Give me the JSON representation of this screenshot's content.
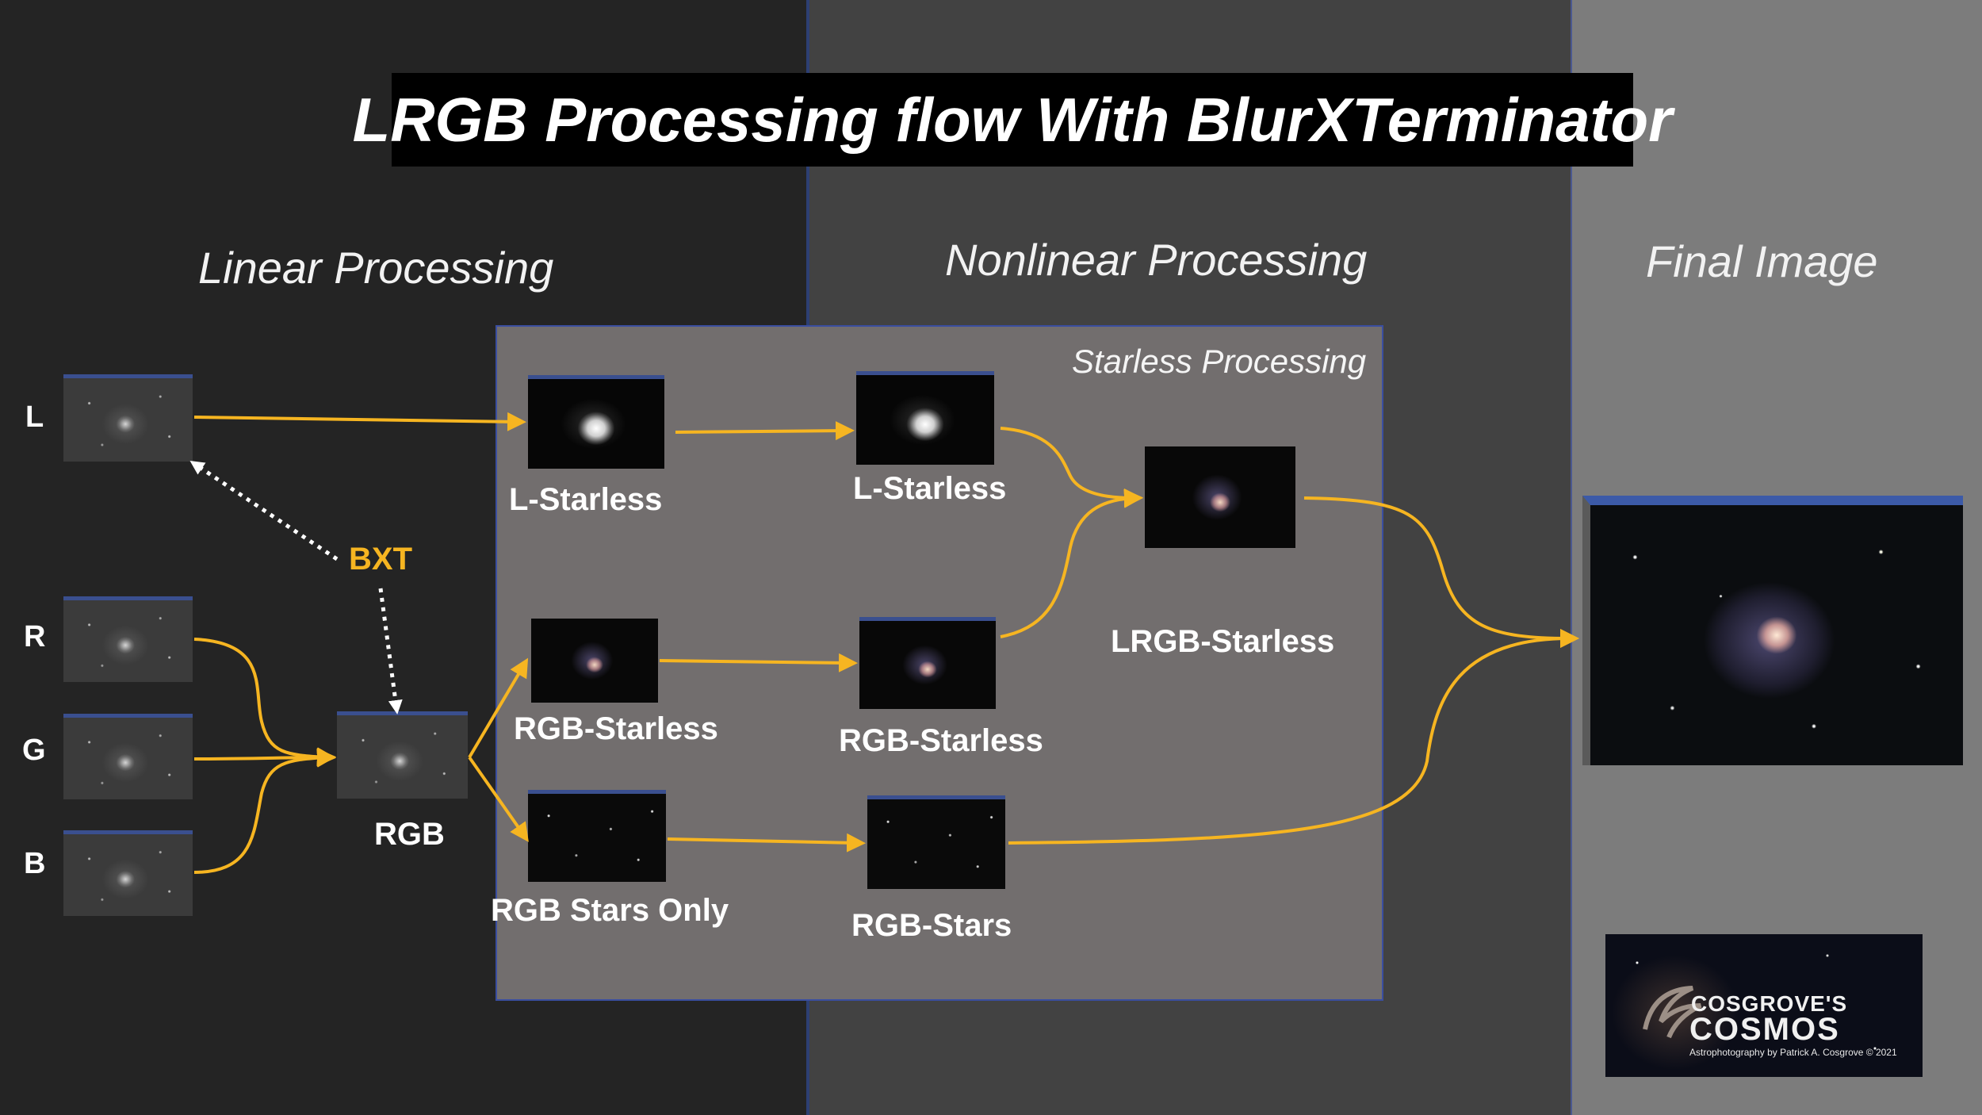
{
  "title": "LRGB Processing flow With BlurXTerminator",
  "sections": {
    "linear": "Linear Processing",
    "nonlinear": "Nonlinear Processing",
    "final": "Final Image",
    "starless_box": "Starless Processing"
  },
  "channels": [
    "L",
    "R",
    "G",
    "B"
  ],
  "bxt": "BXT",
  "nodes": {
    "rgb": "RGB",
    "l_starless_1": "L-Starless",
    "l_starless_2": "L-Starless",
    "rgb_starless_1": "RGB-Starless",
    "rgb_starless_2": "RGB-Starless",
    "rgb_stars_only": "RGB Stars Only",
    "rgb_stars": "RGB-Stars",
    "lrgb_starless": "LRGB-Starless"
  },
  "final_window_title": "RGB 1:5 HKKSHO_AIP_lrgb_clone | <*new*>",
  "logo": {
    "line1": "COSGROVE'S",
    "line2": "COSMOS",
    "tagline": "Astrophotography by Patrick A. Cosgrove © 2021"
  },
  "colors": {
    "arrow": "#f6b521",
    "dotted_arrow": "#ffffff",
    "linear_bg": "#242424",
    "nonlinear_bg": "#424242",
    "final_bg": "#7c7c7c",
    "starless_box_bg": "#726e6e"
  }
}
